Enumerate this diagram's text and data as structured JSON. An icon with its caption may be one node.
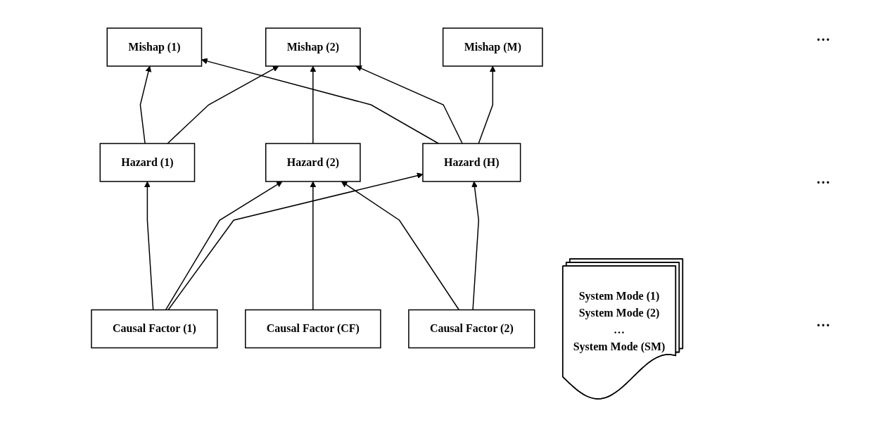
{
  "diagram": {
    "nodes": [
      {
        "text": [
          "Mishap (1)"
        ]
      },
      {
        "text": [
          "Mishap (2)"
        ]
      },
      {
        "text": [
          "Mishap (M)"
        ]
      },
      {
        "text": [
          "Hazard (1)"
        ]
      },
      {
        "text": [
          "Hazard (2)"
        ]
      },
      {
        "text": [
          "Hazard (H)"
        ]
      },
      {
        "text": [
          "Causal Factor (1)"
        ]
      },
      {
        "text": [
          "Causal Factor (2)"
        ]
      },
      {
        "text": [
          "Causal Factor (CF)"
        ]
      },
      {
        "text": [
          "System Mode (1)",
          "System Mode (2)",
          "…",
          "System Mode (SM)"
        ]
      }
    ],
    "edges": [
      {
        "from": 3,
        "to": 0,
        "arrow": "to"
      },
      {
        "from": 3,
        "to": 1,
        "arrow": "to"
      },
      {
        "from": 4,
        "to": 1,
        "arrow": "to"
      },
      {
        "from": 5,
        "to": 0,
        "arrow": "to"
      },
      {
        "from": 5,
        "to": 1,
        "arrow": "to"
      },
      {
        "from": 5,
        "to": 2,
        "arrow": "to"
      },
      {
        "from": 6,
        "to": 3,
        "arrow": "to"
      },
      {
        "from": 6,
        "to": 4,
        "arrow": "to"
      },
      {
        "from": 6,
        "to": 5,
        "arrow": "to"
      },
      {
        "from": 7,
        "to": 4,
        "arrow": "to"
      },
      {
        "from": 7,
        "to": 5,
        "arrow": "to"
      },
      {
        "from": 8,
        "to": 4,
        "arrow": "to"
      }
    ],
    "labels": [
      "…",
      "…",
      "…"
    ]
  }
}
